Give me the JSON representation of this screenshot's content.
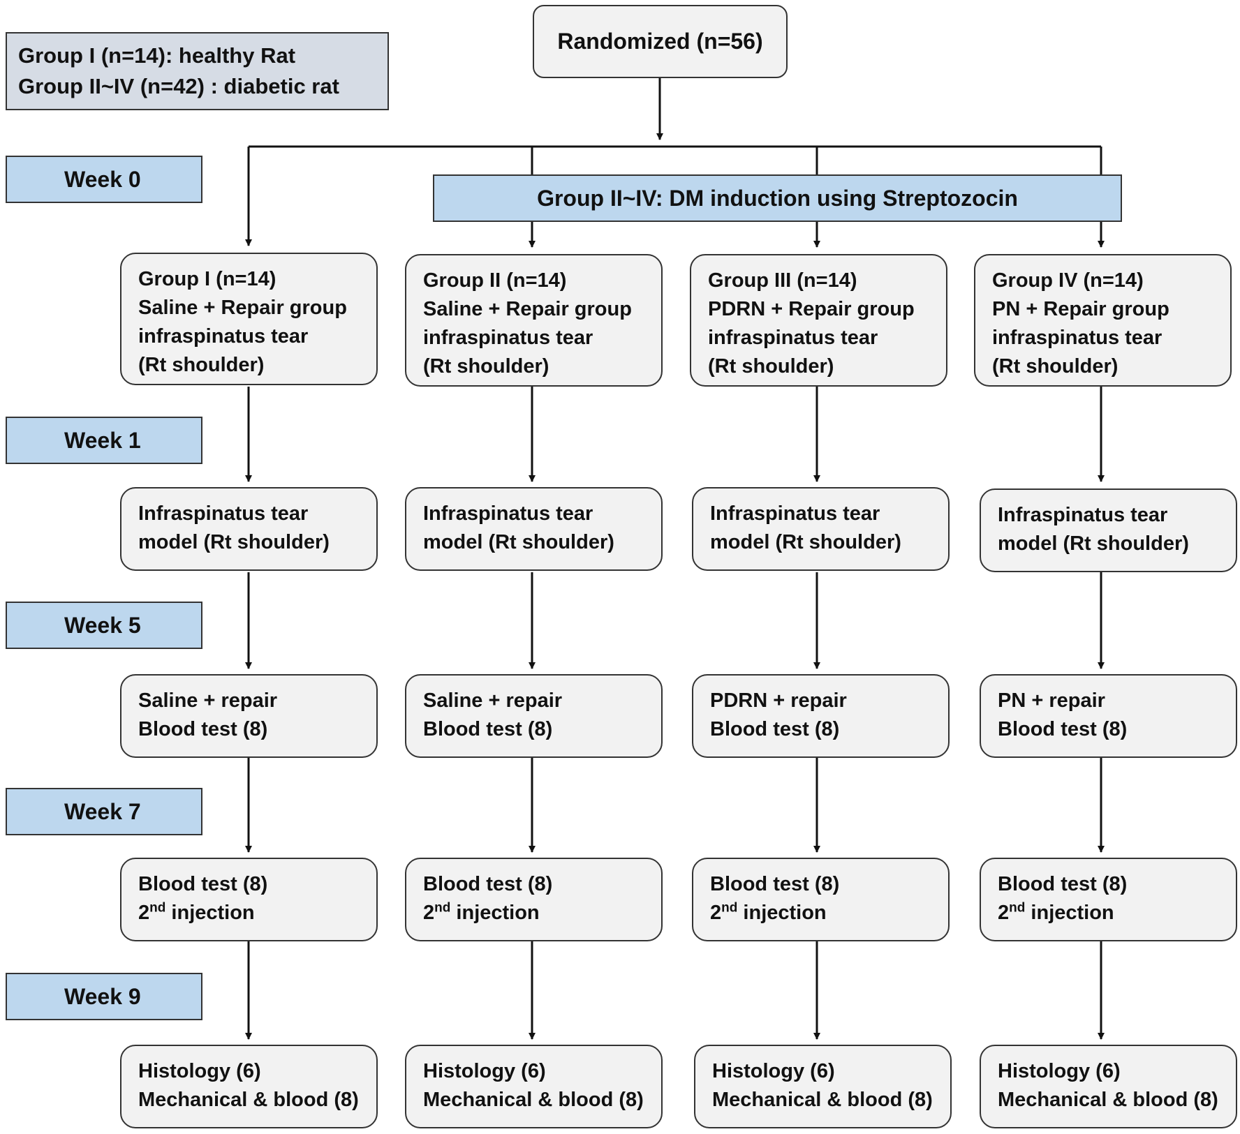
{
  "legend": {
    "line1": "Group I (n=14): healthy Rat",
    "line2": "Group II~IV (n=42) : diabetic rat"
  },
  "randomized": "Randomized (n=56)",
  "induction": "Group II~IV:  DM induction using Streptozocin",
  "weeks": [
    "Week 0",
    "Week 1",
    "Week 5",
    "Week 7",
    "Week 9"
  ],
  "groups": [
    {
      "header": [
        "Group  I (n=14)",
        "Saline + Repair group",
        "infraspinatus  tear",
        "(Rt shoulder)"
      ],
      "tear": [
        "Infraspinatus  tear",
        "model (Rt shoulder)"
      ],
      "repair": [
        "Saline + repair",
        "Blood test (8)"
      ],
      "second": {
        "blood": "Blood test (8)",
        "num": "2",
        "sup": "nd",
        "rest": " injection"
      },
      "final": [
        "Histology (6)",
        "Mechanical & blood (8)"
      ]
    },
    {
      "header": [
        "Group  II (n=14)",
        "Saline + Repair group",
        "infraspinatus  tear",
        "(Rt shoulder)"
      ],
      "tear": [
        "Infraspinatus  tear",
        "model (Rt shoulder)"
      ],
      "repair": [
        "Saline + repair",
        "Blood test (8)"
      ],
      "second": {
        "blood": "Blood test (8)",
        "num": "2",
        "sup": "nd",
        "rest": " injection"
      },
      "final": [
        "Histology (6)",
        "Mechanical & blood (8)"
      ]
    },
    {
      "header": [
        "Group  III (n=14)",
        "PDRN + Repair group",
        "infraspinatus  tear",
        "(Rt shoulder)"
      ],
      "tear": [
        "Infraspinatus  tear",
        "model (Rt shoulder)"
      ],
      "repair": [
        "PDRN + repair",
        "Blood test (8)"
      ],
      "second": {
        "blood": "Blood test (8)",
        "num": "2",
        "sup": "nd",
        "rest": " injection"
      },
      "final": [
        "Histology (6)",
        "Mechanical & blood (8)"
      ]
    },
    {
      "header": [
        "Group  IV (n=14)",
        "PN + Repair group",
        "infraspinatus  tear",
        "(Rt shoulder)"
      ],
      "tear": [
        "Infraspinatus  tear",
        "model (Rt shoulder)"
      ],
      "repair": [
        "PN + repair",
        "Blood test (8)"
      ],
      "second": {
        "blood": "Blood test (8)",
        "num": "2",
        "sup": "nd",
        "rest": " injection"
      },
      "final": [
        "Histology (6)",
        "Mechanical & blood (8)"
      ]
    }
  ]
}
